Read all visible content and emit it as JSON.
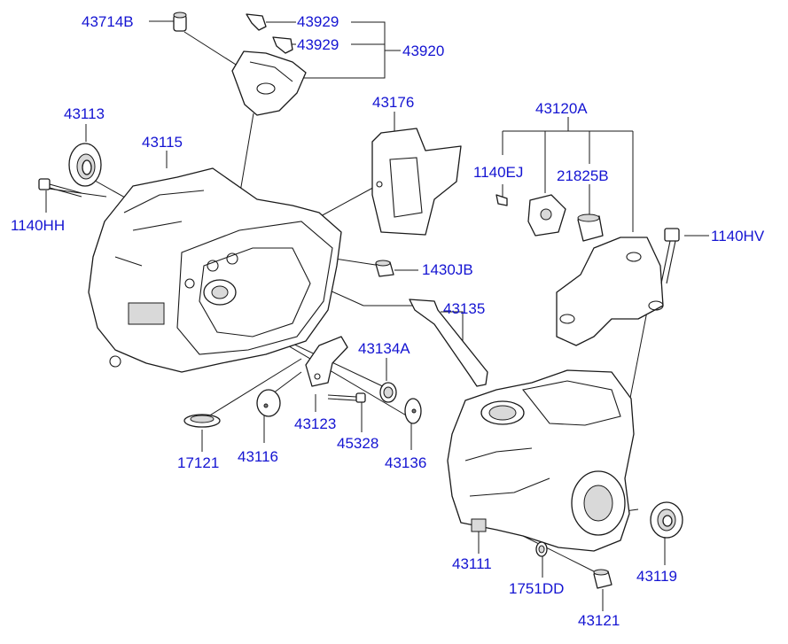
{
  "diagram": {
    "label_color": "#1414d2",
    "line_color": "#1a1a1a",
    "labels": {
      "p43714B": "43714B",
      "p43929a": "43929",
      "p43929b": "43929",
      "p43920": "43920",
      "p43113": "43113",
      "p43115": "43115",
      "p1140HH": "1140HH",
      "p43176": "43176",
      "p43120A": "43120A",
      "p1140EJ": "1140EJ",
      "p21825B": "21825B",
      "p1140HV": "1140HV",
      "p1430JB": "1430JB",
      "p43135": "43135",
      "p43134A": "43134A",
      "p43123": "43123",
      "p45328": "45328",
      "p43136": "43136",
      "p17121": "17121",
      "p43116": "43116",
      "p43111": "43111",
      "p1751DD": "1751DD",
      "p43119": "43119",
      "p43121": "43121"
    }
  }
}
